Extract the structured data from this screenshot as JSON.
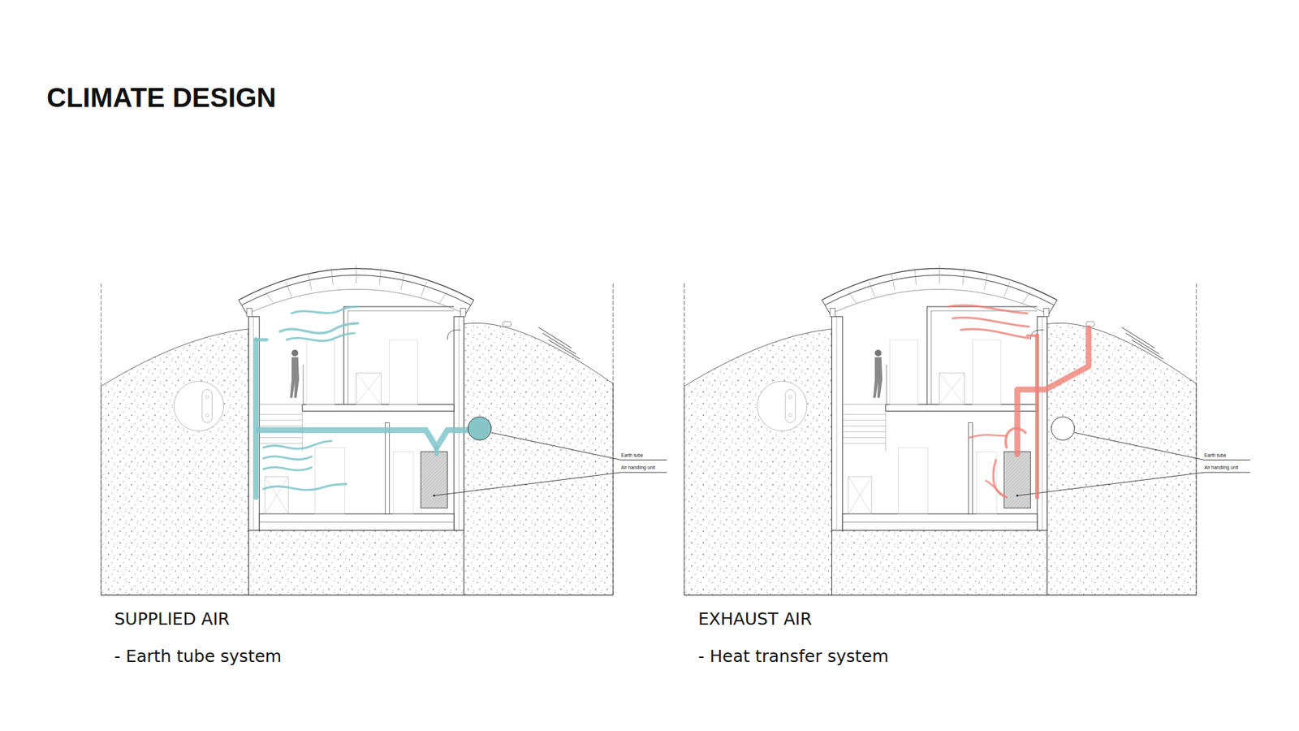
{
  "diagram": {
    "title": "CLIMATE DESIGN",
    "labels": [
      "SUPPLIED AIR",
      "- Earth tube system",
      "Earth tube",
      "Air handling unit",
      "EXHAUST AIR",
      "- Heat transfer system",
      "Earth tube",
      "Air handling unit"
    ]
  }
}
